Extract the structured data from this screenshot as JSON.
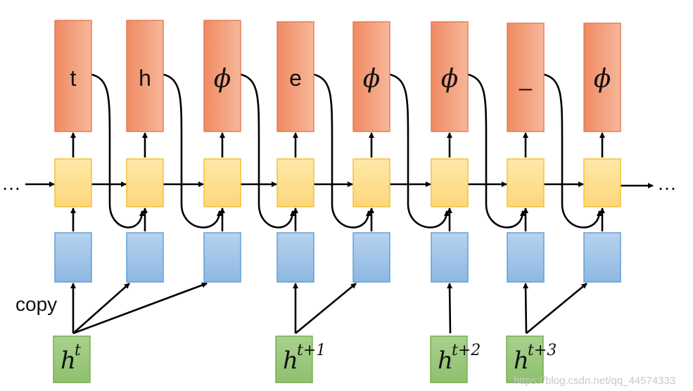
{
  "outputs": [
    {
      "label": "t",
      "style": "plain"
    },
    {
      "label": "h",
      "style": "plain"
    },
    {
      "label": "ϕ",
      "style": "phi"
    },
    {
      "label": "e",
      "style": "plain"
    },
    {
      "label": "ϕ",
      "style": "phi"
    },
    {
      "label": "ϕ",
      "style": "phi"
    },
    {
      "label": "_",
      "style": "plain"
    },
    {
      "label": "ϕ",
      "style": "phi"
    }
  ],
  "hidden_states": [
    {
      "base": "h",
      "sup": "t",
      "feeds": [
        0,
        1,
        2
      ]
    },
    {
      "base": "h",
      "sup": "t+1",
      "feeds": [
        3,
        4
      ]
    },
    {
      "base": "h",
      "sup": "t+2",
      "feeds": [
        5
      ]
    },
    {
      "base": "h",
      "sup": "t+3",
      "feeds": [
        6,
        7
      ]
    }
  ],
  "copy_label": "copy",
  "ellipsis_left": "…",
  "ellipsis_right": "…",
  "watermark": "https://blog.csdn.net/qq_44574333",
  "colors": {
    "output_fill": "#f4a07e",
    "output_stroke": "#e07a52",
    "rnn_fill": "#fde29a",
    "rnn_stroke": "#f2be32",
    "input_fill": "#9dc3e6",
    "input_stroke": "#5b9bd5",
    "state_fill": "#a9d18e",
    "state_stroke": "#70ad47",
    "arrow": "#000000"
  }
}
